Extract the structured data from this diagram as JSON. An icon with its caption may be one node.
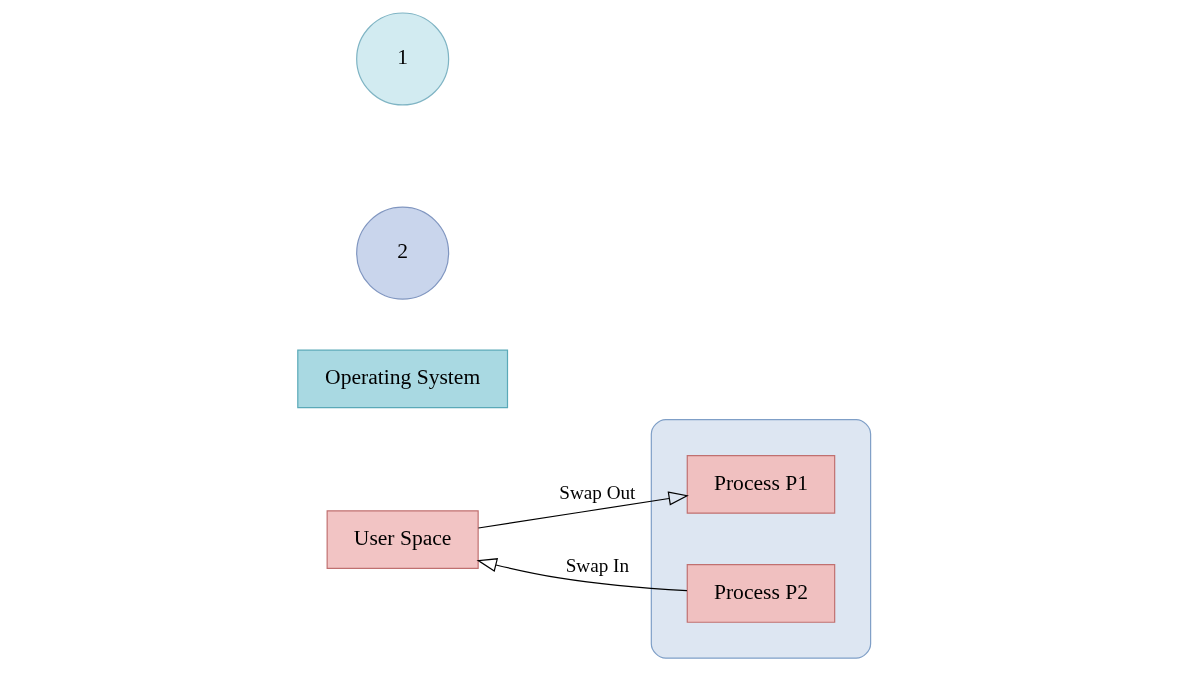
{
  "diagram": {
    "nodes": [
      {
        "text": [
          "Operating System"
        ]
      },
      {
        "text": [
          "User Space"
        ]
      },
      {
        "text": [],
        "shape": "cylinder"
      },
      {
        "text": [
          "Process P1"
        ],
        "in": 2
      },
      {
        "text": [
          "Process P2"
        ],
        "in": 2
      },
      {
        "text": [
          "1"
        ]
      },
      {
        "text": [
          "2"
        ]
      }
    ],
    "edges": [
      {
        "from": 1,
        "to": 3,
        "arrow": "to",
        "label": "Swap Out"
      },
      {
        "from": 4,
        "to": 1,
        "arrow": "to",
        "label": "Swap In"
      }
    ]
  }
}
